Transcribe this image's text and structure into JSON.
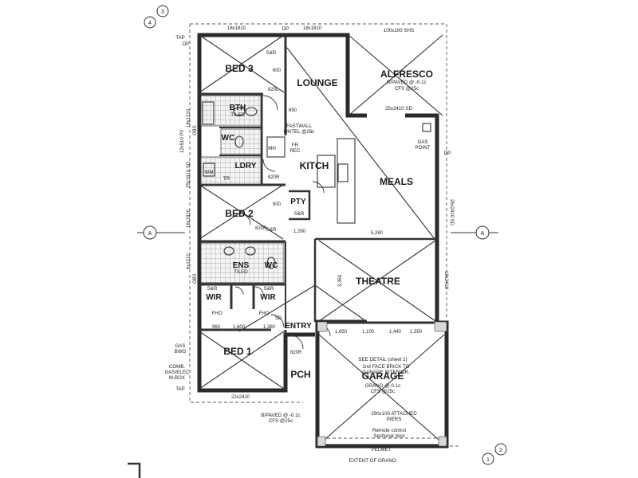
{
  "rooms": {
    "bed3": "BED 3",
    "lounge": "LOUNGE",
    "alfresco": "ALFRESCO",
    "bth": "BTH",
    "wc1": "WC",
    "ldry": "LDRY",
    "kitch": "KITCH",
    "meals": "MEALS",
    "pty": "PTY",
    "bed2": "BED 2",
    "ens": "ENS",
    "wc2": "WC",
    "wir1": "WIR",
    "wir2": "WIR",
    "theatre": "THEATRE",
    "entry": "ENTRY",
    "bed1": "BED 1",
    "pch": "PCH",
    "garage": "GARAGE"
  },
  "notes": {
    "alfresco_finish_1": "B/PAVED @ -0.1c",
    "alfresco_finish_2": "CFS @25c",
    "alfresco_beam": "25x2410 SD",
    "alfresco_shs": "100x100 SHS",
    "lintel_1": "FASTWALL",
    "lintel_2": "LINTEL @26c",
    "gas_point_1": "GAS",
    "gas_point_2": "POINT",
    "fr_rec_1": "FR",
    "fr_rec_2": "REC",
    "mh": "MH",
    "garage_brick_1": "2nd FACE BRICK TO",
    "garage_brick_2": "GARAGE INTERIOR.",
    "garage_see": "SEE DETAIL (sheet 2)",
    "garage_finish_1": "GRANO @-0.1c",
    "garage_finish_2": "CFS @25c",
    "garage_piers_1": "290x100 ATTACHED",
    "garage_piers_2": "PIERS",
    "garage_door_1": "Remote control",
    "garage_door_2": "Sectional door",
    "pelmet": "PELMET",
    "pch_finish_1": "B/PAVED @ -0.1c",
    "pch_finish_2": "CFS @25c",
    "extent_grano": "EXTENT OF GRANO.",
    "gas_meter_1": "GAS",
    "gas_meter_2": "BWG",
    "comb_box_1": "COMB.",
    "comb_box_2": "GAS/ELEC",
    "comb_box_3": "M.BOX",
    "tap_top": "TAP",
    "tap_bottom": "TAP",
    "dp": "DP",
    "tiled": "TILED",
    "obs": "OBS",
    "sb_r": "S&R",
    "fho": "FHO",
    "sd": "SD",
    "wm": "WM",
    "tr": "TR"
  },
  "dimensions": {
    "top_bed3": "16x1810",
    "top_lounge": "18x1810",
    "bottom_bed1": "22x2410",
    "left_bed3": "18x1210",
    "left_bth": "12x510 PV",
    "left_ldry": "25x1810 SD",
    "left_bed2": "16x1810",
    "left_ens": "6x1210",
    "right_meals": "26x2410 SD",
    "right_theatre": "16x2410",
    "d_820l": "820L",
    "d_820r_1": "820R",
    "d_820r_2": "820R",
    "d_820r_3": "820R",
    "d_600": "600",
    "d_650": "650",
    "d_500": "500",
    "d_1290": "1,290",
    "d_5260": "5,260",
    "d_3350": "3,350",
    "d_960": "960",
    "d_1600": "1,600",
    "d_1380": "1,380",
    "d_1650": "1,650",
    "d_1440": "1,440",
    "d_1350": "1,350",
    "d_1100": "1,100"
  },
  "markers": {
    "section_left": "A",
    "section_right": "A",
    "grid_top_left_a": "4",
    "grid_top_left_b": "3",
    "grid_bottom_right_a": "1",
    "grid_bottom_right_b": "2"
  }
}
